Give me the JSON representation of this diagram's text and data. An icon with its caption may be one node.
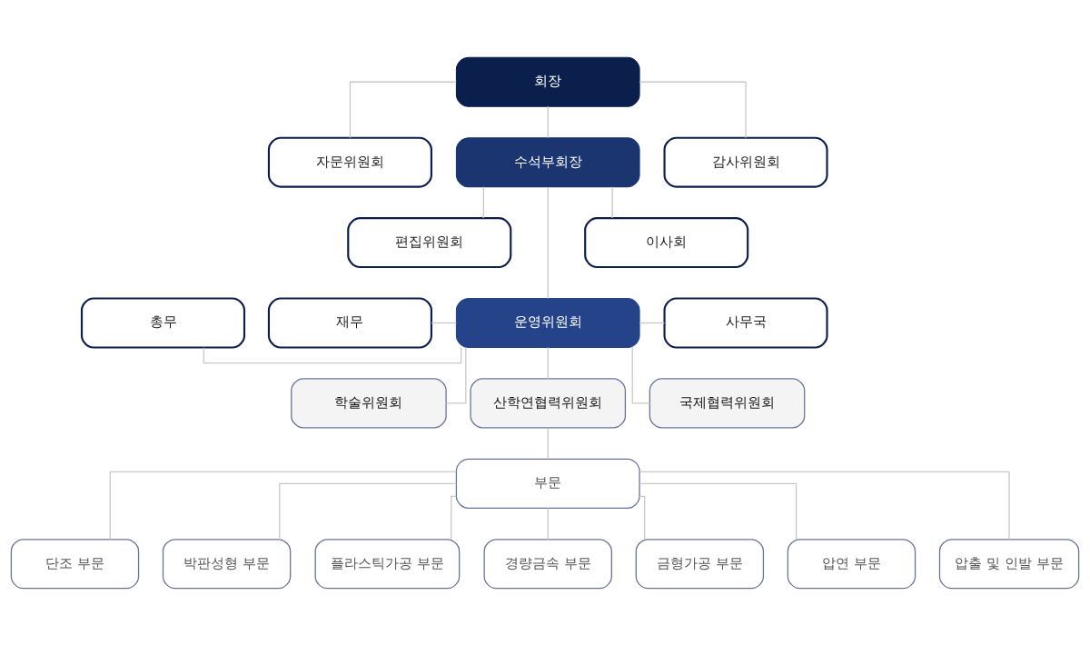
{
  "diagram": {
    "nodes": [
      {
        "text": [
          "회장"
        ]
      },
      {
        "text": [
          "자문위원회"
        ]
      },
      {
        "text": [
          "감사위원회"
        ]
      },
      {
        "text": [
          "수석부회장"
        ]
      },
      {
        "text": [
          "편집위원회"
        ]
      },
      {
        "text": [
          "이사회"
        ]
      },
      {
        "text": [
          "총무"
        ]
      },
      {
        "text": [
          "운영위원회"
        ]
      },
      {
        "text": [
          "사무국"
        ]
      },
      {
        "text": [
          "재무"
        ]
      },
      {
        "text": [
          "학술위원회"
        ]
      },
      {
        "text": [
          "산학연협력위원회"
        ]
      },
      {
        "text": [
          "국제협력위원회"
        ]
      },
      {
        "text": [
          "부문"
        ]
      },
      {
        "text": [
          "단조 부문"
        ]
      },
      {
        "text": [
          "박판성형 부문"
        ]
      },
      {
        "text": [
          "플라스틱가공 부문"
        ]
      },
      {
        "text": [
          "경량금속 부문"
        ]
      },
      {
        "text": [
          "금형가공 부문"
        ]
      },
      {
        "text": [
          "압연 부문"
        ]
      },
      {
        "text": [
          "압출 및 인발 부문"
        ]
      }
    ],
    "edges": [
      {
        "from": 0,
        "to": 1,
        "arrow": "none"
      },
      {
        "from": 0,
        "to": 3,
        "arrow": "none"
      },
      {
        "from": 0,
        "to": 2,
        "arrow": "none"
      },
      {
        "from": 3,
        "to": 4,
        "arrow": "none"
      },
      {
        "from": 3,
        "to": 7,
        "arrow": "none"
      },
      {
        "from": 3,
        "to": 5,
        "arrow": "none"
      },
      {
        "from": 6,
        "to": 7,
        "arrow": "none"
      },
      {
        "from": 9,
        "to": 7,
        "arrow": "none"
      },
      {
        "from": 7,
        "to": 8,
        "arrow": "none"
      },
      {
        "from": 7,
        "to": 10,
        "arrow": "none"
      },
      {
        "from": 7,
        "to": 11,
        "arrow": "none"
      },
      {
        "from": 7,
        "to": 12,
        "arrow": "none"
      },
      {
        "from": 11,
        "to": 13,
        "arrow": "none"
      },
      {
        "from": 13,
        "to": 14,
        "arrow": "none"
      },
      {
        "from": 13,
        "to": 15,
        "arrow": "none"
      },
      {
        "from": 13,
        "to": 16,
        "arrow": "none"
      },
      {
        "from": 13,
        "to": 17,
        "arrow": "none"
      },
      {
        "from": 13,
        "to": 18,
        "arrow": "none"
      },
      {
        "from": 13,
        "to": 19,
        "arrow": "none"
      },
      {
        "from": 13,
        "to": 20,
        "arrow": "none"
      }
    ]
  }
}
